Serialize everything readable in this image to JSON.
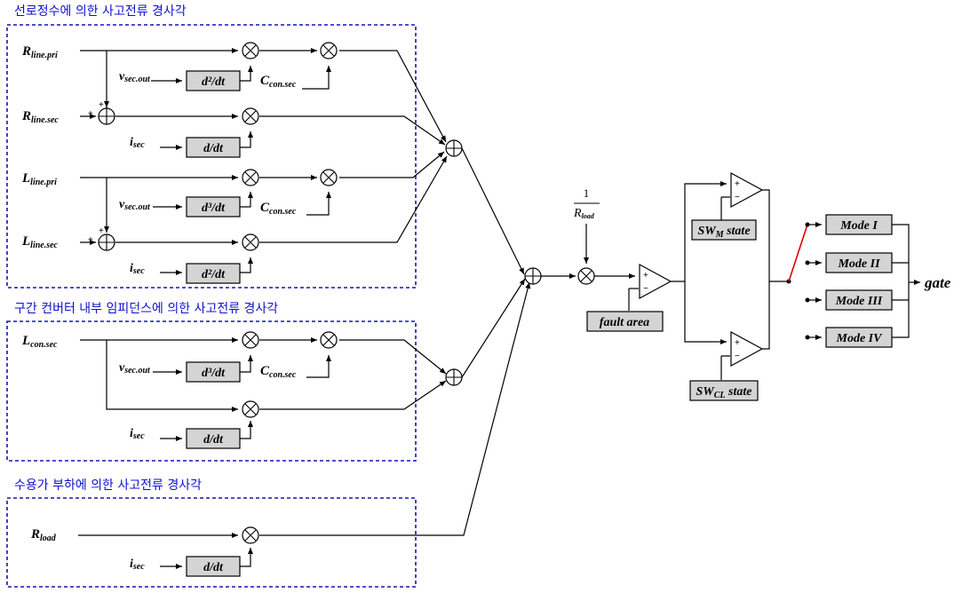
{
  "sections": {
    "s1": "선로정수에 의한 사고전류 경사각",
    "s2": "구간 컨버터 내부 임피던스에 의한 사고전류 경사각",
    "s3": "수용가 부하에 의한 사고전류 경사각"
  },
  "inputs": {
    "r_line_pri": [
      "R",
      "line.pri"
    ],
    "r_line_sec": [
      "R",
      "line.sec"
    ],
    "l_line_pri": [
      "L",
      "line.pri"
    ],
    "l_line_sec": [
      "L",
      "line.sec"
    ],
    "l_con_sec": [
      "L",
      "con.sec"
    ],
    "r_load": [
      "R",
      "load"
    ],
    "v_sec_out": [
      "v",
      "sec.out"
    ],
    "i_sec": [
      "i",
      "sec"
    ],
    "c_con_sec": [
      "C",
      "con.sec"
    ]
  },
  "blocks": {
    "d2dt": "d²/dt",
    "d3dt": "d³/dt",
    "ddt": "d/dt",
    "fault_area": "fault area",
    "sw_m_state": [
      "SW",
      "M",
      " state"
    ],
    "sw_cl_state": [
      "SW",
      "CL",
      " state"
    ],
    "mode1": "Mode I",
    "mode2": "Mode II",
    "mode3": "Mode III",
    "mode4": "Mode IV"
  },
  "gain": {
    "numerator": "1",
    "denominator": [
      "R",
      "load"
    ]
  },
  "output": "gate",
  "signs": {
    "plus": "+",
    "minus": "−"
  }
}
